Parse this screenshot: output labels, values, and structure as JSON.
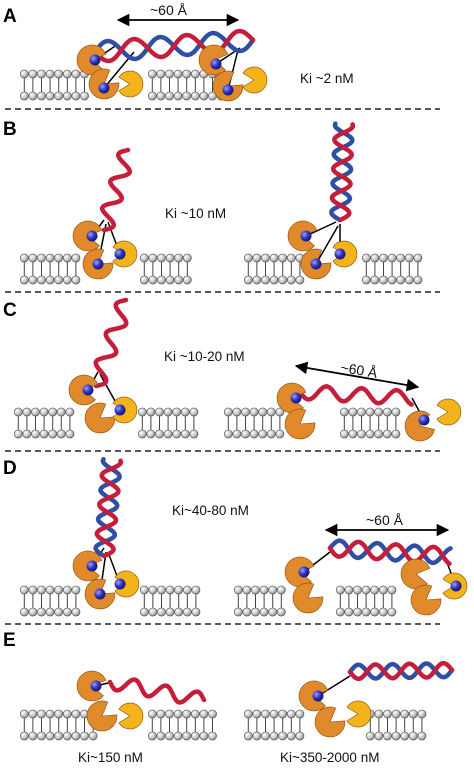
{
  "panels": [
    {
      "label": "A",
      "annotations": [
        "Ki ~2 nM"
      ],
      "dimension": "~60 Å"
    },
    {
      "label": "B",
      "annotations": [
        "Ki ~10 nM"
      ]
    },
    {
      "label": "C",
      "annotations": [
        "Ki ~10-20 nM"
      ],
      "dimension": "~60 Å"
    },
    {
      "label": "D",
      "annotations": [
        "Ki~40-80 nM"
      ],
      "dimension": "~60 Å"
    },
    {
      "label": "E",
      "annotations": [
        "Ki~150 nM",
        "Ki~350-2000 nM"
      ]
    }
  ],
  "colors": {
    "strand_red": "#c41e3a",
    "strand_blue": "#2e4fa3",
    "protein_orange": "#e08a2c",
    "protein_yellow": "#f2b41a",
    "ligand_blue": "#2b2fb8",
    "bead_gray": "#bdbdbd"
  }
}
